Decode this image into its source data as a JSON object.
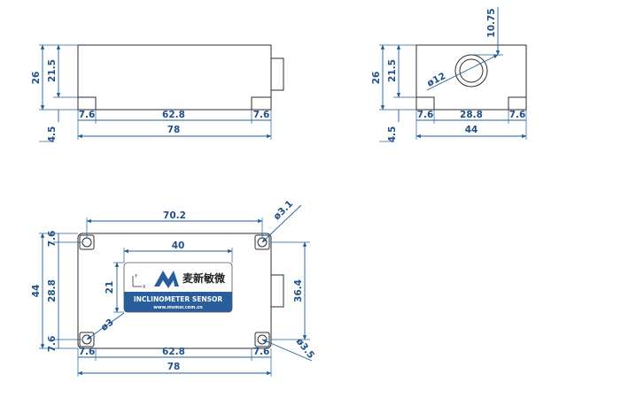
{
  "front_view": {
    "height_total": "26",
    "height_body": "21.5",
    "height_foot": "4.5",
    "foot_left": "7.6",
    "foot_span": "62.8",
    "foot_right": "7.6",
    "length_total": "78"
  },
  "side_view": {
    "height_total": "26",
    "height_body": "21.5",
    "height_foot": "4.5",
    "connector_offset": "10.75",
    "connector_diameter": "ø12",
    "foot_left": "7.6",
    "foot_span": "28.8",
    "foot_right": "7.6",
    "width_total": "44"
  },
  "top_view": {
    "hole_spacing_x": "70.2",
    "label_width": "40",
    "label_height": "21",
    "hole_diameter_top_right": "ø3.1",
    "hole_diameter_left": "ø3",
    "hole_diameter_bottom_right": "ø3.5",
    "width_total": "44",
    "edge_top": "7.6",
    "hole_spacing_y": "28.8",
    "edge_bottom": "7.6",
    "connector_span": "36.4",
    "foot_left": "7.6",
    "foot_span": "62.8",
    "foot_right": "7.6",
    "length_total": "78"
  },
  "product_label": {
    "brand_chinese": "麦新敏微",
    "product_name": "INCLINOMETER SENSOR",
    "website": "www.msmsr.com.cn",
    "axis_x": "X",
    "axis_y": "Y",
    "colors": {
      "label_blue": "#2a5d9c",
      "dim_blue": "#1f5f9a"
    }
  }
}
